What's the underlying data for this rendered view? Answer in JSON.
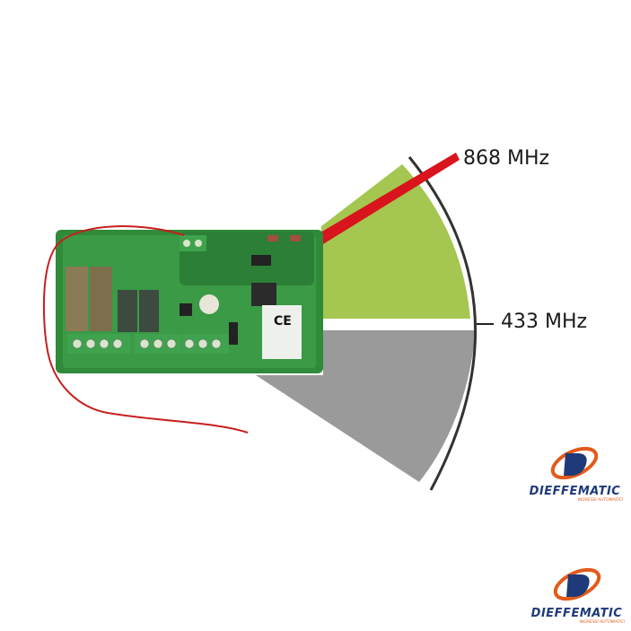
{
  "labels": {
    "freq_high": "868 MHz",
    "freq_low": "433 MHz"
  },
  "logos": [
    {
      "name": "DIEFFEMATIC",
      "tagline": "INGRESSI AUTOMATICI"
    },
    {
      "name": "DIEFFEMATIC",
      "tagline": "INGRESSI AUTOMATICI"
    }
  ],
  "colors": {
    "green_band": "#a5c650",
    "gray_band": "#9a9a9a",
    "antenna": "#d8141c",
    "board": "#2f8a3a",
    "logo_blue": "#1f3a78",
    "logo_orange": "#e25a1c"
  }
}
